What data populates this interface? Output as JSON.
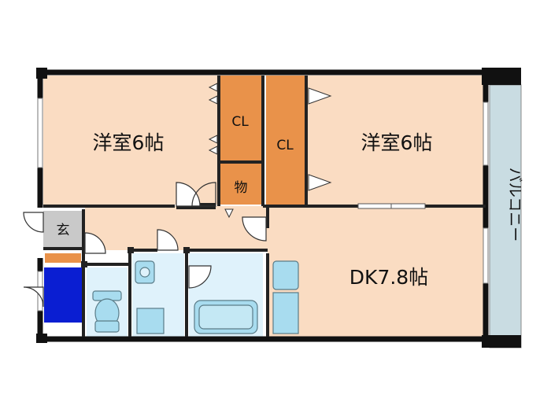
{
  "rooms": {
    "western_room_left": "洋室6帖",
    "western_room_right": "洋室6帖",
    "dining_kitchen": "DK7.8帖",
    "closet_left": "CL",
    "closet_right": "CL",
    "storage": "物",
    "entrance": "玄",
    "balcony": "バルコニー"
  },
  "colors": {
    "room_floor": "#fadcc2",
    "closet": "#e9924a",
    "wet_area": "#dff2fb",
    "fixture": "#a8dcef",
    "entrance_tile": "#c9c9c9",
    "shoe_box": "#0a1ed2",
    "balcony": "#c9dce2",
    "wall": "#111111"
  }
}
